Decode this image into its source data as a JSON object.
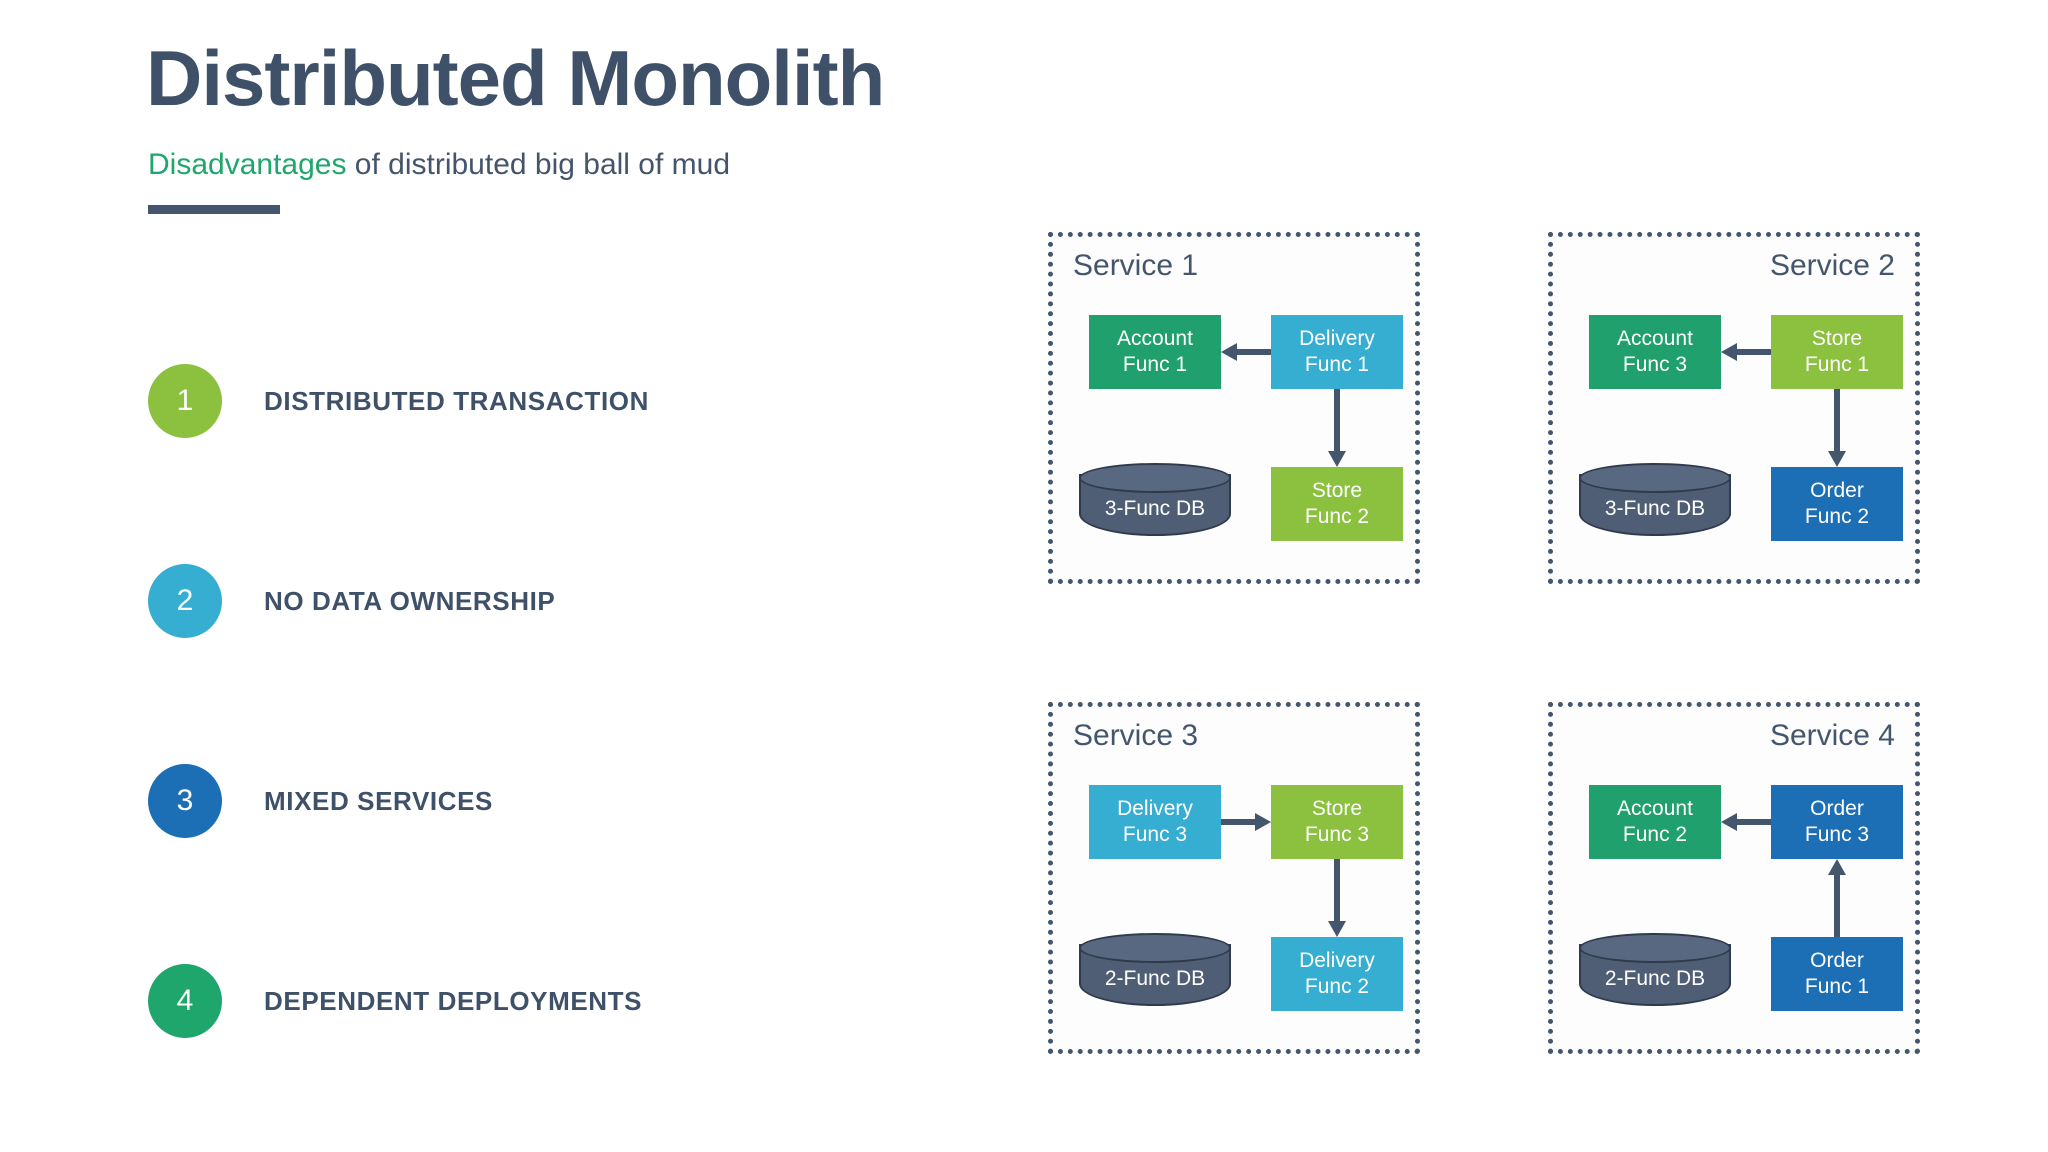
{
  "header": {
    "title": "Distributed Monolith",
    "subtitle_accent": "Disadvantages",
    "subtitle_rest": " of distributed big ball of mud",
    "accent_color": "#1fa66d",
    "title_color": "#3f5168"
  },
  "list": {
    "items": [
      {
        "number": "1",
        "label": "DISTRIBUTED TRANSACTION",
        "color": "#8cc03f"
      },
      {
        "number": "2",
        "label": "NO DATA OWNERSHIP",
        "color": "#35aed1"
      },
      {
        "number": "3",
        "label": "MIXED SERVICES",
        "color": "#1c6fb5"
      },
      {
        "number": "4",
        "label": "DEPENDENT DEPLOYMENTS",
        "color": "#1fa66d"
      }
    ]
  },
  "palette": {
    "account_green": "#1fa06d",
    "delivery_cyan": "#35aed1",
    "store_lightgreen": "#8cc03f",
    "order_blue": "#1c6fb5",
    "db_slate": "#4f5e74",
    "arrow_slate": "#44566d",
    "border_slate": "#44566d"
  },
  "diagram": {
    "services": [
      {
        "title": "Service 1",
        "title_align": "left",
        "top_left": {
          "line1": "Account",
          "line2": "Func 1",
          "color": "#1fa06d"
        },
        "top_right": {
          "line1": "Delivery",
          "line2": "Func 1",
          "color": "#35aed1"
        },
        "bottom_right": {
          "line1": "Store",
          "line2": "Func 2",
          "color": "#8cc03f"
        },
        "db_label": "3-Func DB",
        "arrow_horizontal": "left",
        "arrow_vertical": "down"
      },
      {
        "title": "Service 2",
        "title_align": "right",
        "top_left": {
          "line1": "Account",
          "line2": "Func 3",
          "color": "#1fa06d"
        },
        "top_right": {
          "line1": "Store",
          "line2": "Func 1",
          "color": "#8cc03f"
        },
        "bottom_right": {
          "line1": "Order",
          "line2": "Func 2",
          "color": "#1c6fb5"
        },
        "db_label": "3-Func DB",
        "arrow_horizontal": "left",
        "arrow_vertical": "down"
      },
      {
        "title": "Service 3",
        "title_align": "left",
        "top_left": {
          "line1": "Delivery",
          "line2": "Func 3",
          "color": "#35aed1"
        },
        "top_right": {
          "line1": "Store",
          "line2": "Func 3",
          "color": "#8cc03f"
        },
        "bottom_right": {
          "line1": "Delivery",
          "line2": "Func 2",
          "color": "#35aed1"
        },
        "db_label": "2-Func DB",
        "arrow_horizontal": "right",
        "arrow_vertical": "down"
      },
      {
        "title": "Service 4",
        "title_align": "right",
        "top_left": {
          "line1": "Account",
          "line2": "Func 2",
          "color": "#1fa06d"
        },
        "top_right": {
          "line1": "Order",
          "line2": "Func 3",
          "color": "#1c6fb5"
        },
        "bottom_right": {
          "line1": "Order",
          "line2": "Func 1",
          "color": "#1c6fb5"
        },
        "db_label": "2-Func DB",
        "arrow_horizontal": "left",
        "arrow_vertical": "up"
      }
    ]
  }
}
